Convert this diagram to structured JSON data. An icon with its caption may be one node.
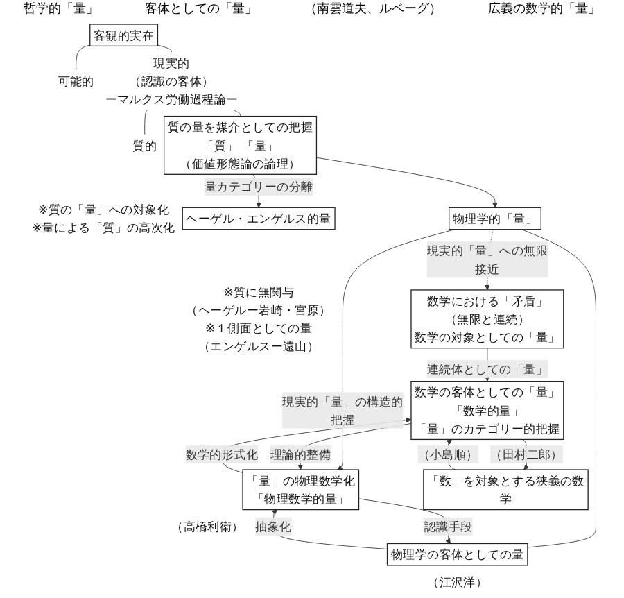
{
  "diagram": {
    "nodes": [
      {
        "text": [
          "客観的実在"
        ]
      },
      {
        "text": [
          "可能的"
        ]
      },
      {
        "text": [
          "現実的",
          "（認識の客体）",
          "ーマルクス労働過程論ー"
        ]
      },
      {
        "text": [
          "質的"
        ]
      },
      {
        "text": [
          "質の量を媒介としての把握",
          "「質」 「量」",
          "（価値形態論の論理）"
        ],
        "beside": [
          "※質の「量」への対象化",
          "※量による「質」の高次化"
        ]
      },
      {
        "text": [
          "ヘーゲル・エンゲルス的量"
        ],
        "beside": [
          "※質に無関与",
          "（ヘーゲルー岩崎・宮原）",
          "※１側面としての量",
          "（エンゲルスー遠山）"
        ]
      },
      {
        "text": [
          "物理学的「量」"
        ]
      },
      {
        "text": [
          "数学における「矛盾」",
          "（無限と連続）",
          "数学の対象としての「量」"
        ]
      },
      {
        "text": [
          "物理学の客体としての量"
        ],
        "beside": [
          "（江沢洋）"
        ]
      },
      {
        "text": [
          "「量」の物理数学化",
          "「物理数学的量」"
        ],
        "beside": [
          "（高橋利衛）"
        ]
      },
      {
        "text": [
          "数学の客体としての「量」",
          "「数学的量」",
          "「量」のカテゴリー的把握"
        ]
      },
      {
        "text": [
          "「数」を対象とする狭義の数学"
        ]
      }
    ],
    "edges": [
      {
        "from": 0,
        "to": 1,
        "arrow": "none"
      },
      {
        "from": 0,
        "to": 2,
        "arrow": "none"
      },
      {
        "from": 2,
        "to": 3,
        "arrow": "none"
      },
      {
        "from": 2,
        "to": 4,
        "arrow": "none"
      },
      {
        "from": 4,
        "to": 5,
        "label": "量カテゴリーの分離",
        "arrow": "to"
      },
      {
        "from": 4,
        "to": 6,
        "arrow": "to"
      },
      {
        "from": 6,
        "to": 7,
        "label": "現実的「量」への無限接近",
        "arrow": "to",
        "style": "dashed"
      },
      {
        "from": 7,
        "to": 10,
        "label": "連続体としての「量」",
        "arrow": "to"
      },
      {
        "from": 6,
        "to": 8,
        "arrow": "none"
      },
      {
        "from": 6,
        "to": 9,
        "label": "現実的「量」の構造的把握",
        "arrow": "to"
      },
      {
        "from": 8,
        "to": 9,
        "label": "抽象化",
        "arrow": "to"
      },
      {
        "from": 9,
        "to": 8,
        "label": "認識手段",
        "arrow": "to"
      },
      {
        "from": 9,
        "to": 10,
        "label": "数学的形式化",
        "arrow": "to"
      },
      {
        "from": 10,
        "to": 9,
        "label": "理論的整備",
        "arrow": "to"
      },
      {
        "from": 11,
        "to": 10,
        "label": "（小島順）",
        "arrow": "to"
      },
      {
        "from": 10,
        "to": 11,
        "label": "（田村二郎）",
        "arrow": "to"
      }
    ],
    "labels": [
      "哲学的「量」",
      "客体としての「量」",
      "（南雲道夫、ルベーグ）",
      "広義の数学的「量」"
    ]
  }
}
